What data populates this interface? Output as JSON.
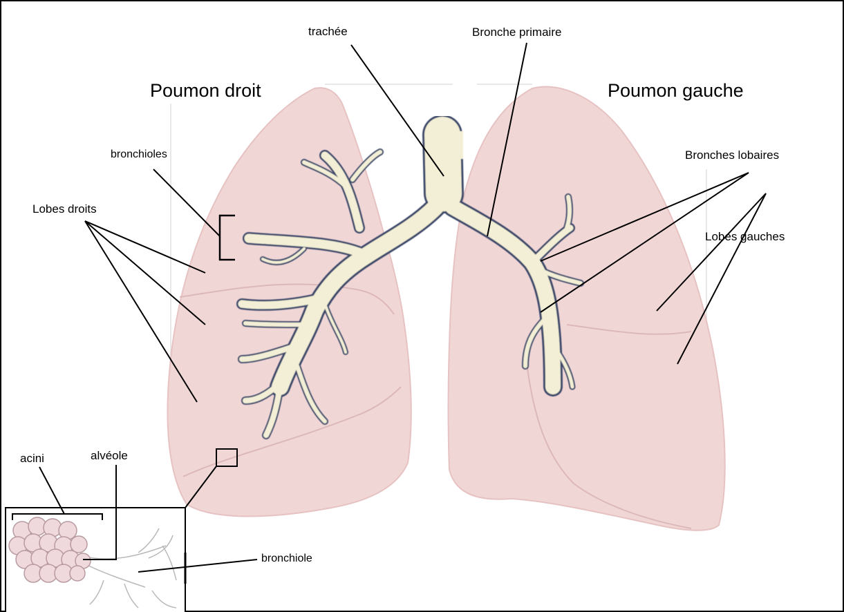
{
  "labels": {
    "right_lung": "Poumon droit",
    "left_lung": "Poumon gauche",
    "trachea": "trachée",
    "primary_bronchus": "Bronche primaire",
    "bronchioles": "bronchioles",
    "lobar_bronchi": "Bronches lobaires",
    "right_lobes": "Lobes droits",
    "left_lobes": "Lobes gauches",
    "alveolus": "alvéole",
    "acini": "acini",
    "bronchiole": "bronchiole"
  },
  "colors": {
    "lung_fill": "#f1d6d6",
    "lung_stroke": "#e6c2c2",
    "airway_fill": "#f3efd6",
    "airway_edge": "#3d4a6b",
    "alveolus_fill": "#f0d9dc",
    "alveolus_stroke": "#b89aa1",
    "leader_line": "#000000"
  }
}
